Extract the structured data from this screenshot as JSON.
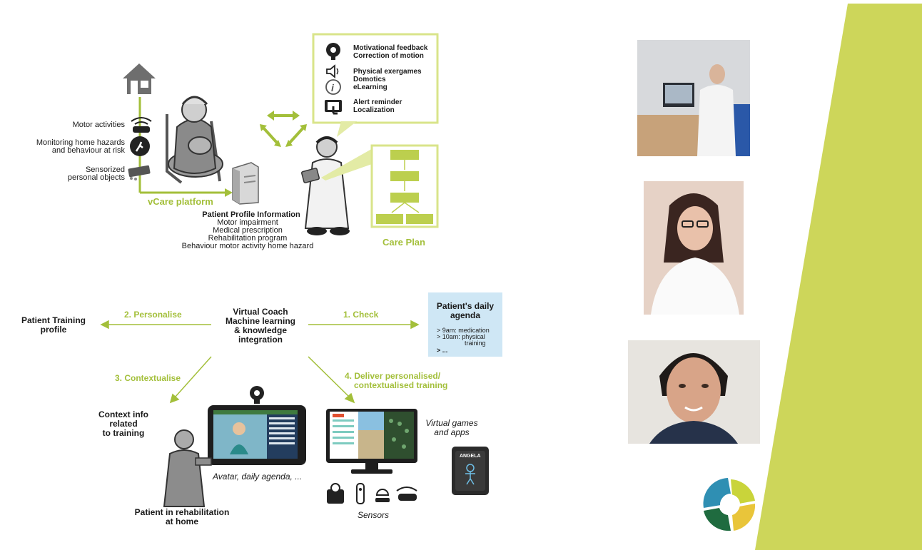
{
  "top_diagram": {
    "left_labels": {
      "motor": "Motor activities",
      "monitoring_1": "Monitoring home hazards",
      "monitoring_2": "and behaviour at risk",
      "sensorized_1": "Sensorized",
      "sensorized_2": "personal objects"
    },
    "platform_label": "vCare platform",
    "profile_title": "Patient Profile Information",
    "profile_items": [
      "Motor impairment",
      "Medical prescription",
      "Rehabilitation program",
      "Behaviour motor activity home hazard"
    ],
    "feedback_box": {
      "group1": [
        "Motivational feedback",
        "Correction of motion"
      ],
      "group2": [
        "Physical exergames",
        "Domotics",
        "eLearning"
      ],
      "group3": [
        "Alert reminder",
        "Localization"
      ]
    },
    "care_plan_label": "Care Plan"
  },
  "bottom_diagram": {
    "center": [
      "Virtual Coach",
      "Machine learning",
      "& knowledge",
      "integration"
    ],
    "personalise": "2. Personalise",
    "check": "1. Check",
    "contextualise": "3. Contextualise",
    "deliver": [
      "4. Deliver personalised/",
      "contextualised training"
    ],
    "training_profile": [
      "Patient Training",
      "profile"
    ],
    "agenda": {
      "title": [
        "Patient's daily",
        "agenda"
      ],
      "items": [
        "> 9am: medication",
        "> 10am: physical",
        "training",
        "> ..."
      ]
    },
    "context_info": [
      "Context info",
      "related",
      "to training"
    ],
    "avatar_caption": "Avatar, daily agenda, ...",
    "patient_caption": [
      "Patient in rehabilitation",
      "at home"
    ],
    "virtual_games": [
      "Virtual games",
      "and apps"
    ],
    "sensors": "Sensors",
    "device_brand": "ANGELA"
  },
  "colors": {
    "accent_green": "#a3bf3a",
    "slide_green": "#cdd65a",
    "agenda_bg": "#cfe7f5"
  }
}
